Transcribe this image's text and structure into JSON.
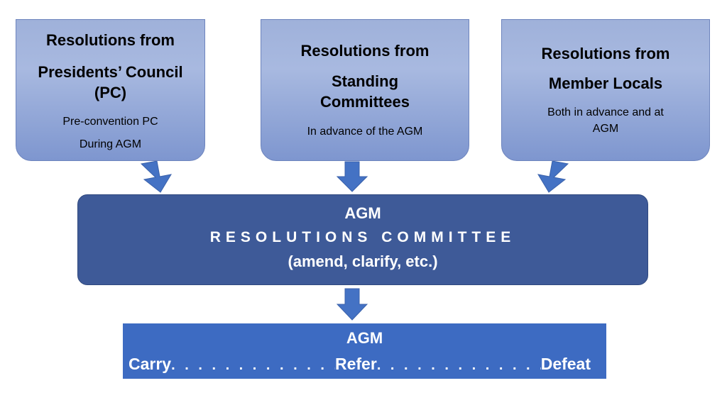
{
  "top_boxes": {
    "presidents_council": {
      "heading_line1": "Resolutions from",
      "heading_line2": "Presidents’ Council",
      "heading_line3": "(PC)",
      "detail_line1": "Pre-convention PC",
      "detail_line2": "During AGM"
    },
    "standing_committees": {
      "heading_line1": "Resolutions from",
      "heading_line2": "Standing",
      "heading_line3": "Committees",
      "detail_line1": "In advance of the AGM"
    },
    "member_locals": {
      "heading_line1": "Resolutions from",
      "heading_line2": "Member Locals",
      "detail_line1": "Both in advance and at",
      "detail_line2": "AGM"
    }
  },
  "committee": {
    "title": "AGM",
    "name": "RESOLUTIONS COMMITTEE",
    "subtitle": "(amend, clarify, etc.)"
  },
  "outcome": {
    "title": "AGM",
    "option1": "Carry",
    "option2": "Refer",
    "option3": "Defeat",
    "leader_dots": ". . . . . . . . . . . . . . ."
  },
  "colors": {
    "top_box_fill": "#9fb1da",
    "arrow_fill": "#4472c4",
    "committee_fill": "#3e5a98",
    "outcome_fill": "#3d6bc2",
    "light_text": "#ffffff"
  }
}
